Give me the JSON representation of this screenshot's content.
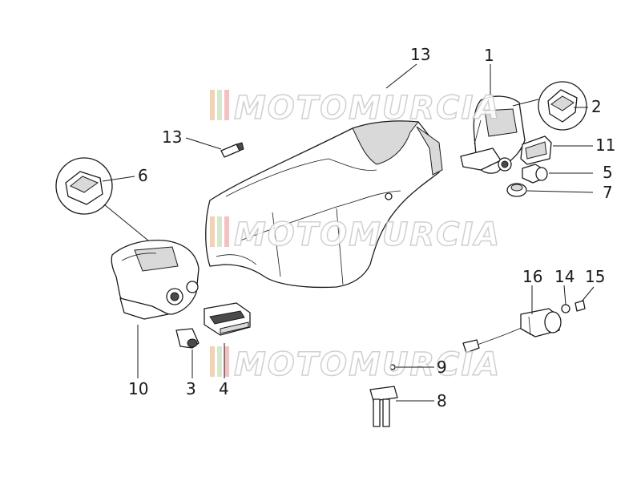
{
  "watermark": {
    "text": "MOTOMURCIA"
  },
  "callouts": {
    "c1": "1",
    "c2": "2",
    "c3": "3",
    "c4": "4",
    "c5": "5",
    "c6": "6",
    "c7": "7",
    "c8": "8",
    "c9": "9",
    "c10": "10",
    "c11": "11",
    "c13a": "13",
    "c13b": "13",
    "c14": "14",
    "c15": "15",
    "c16": "16"
  }
}
